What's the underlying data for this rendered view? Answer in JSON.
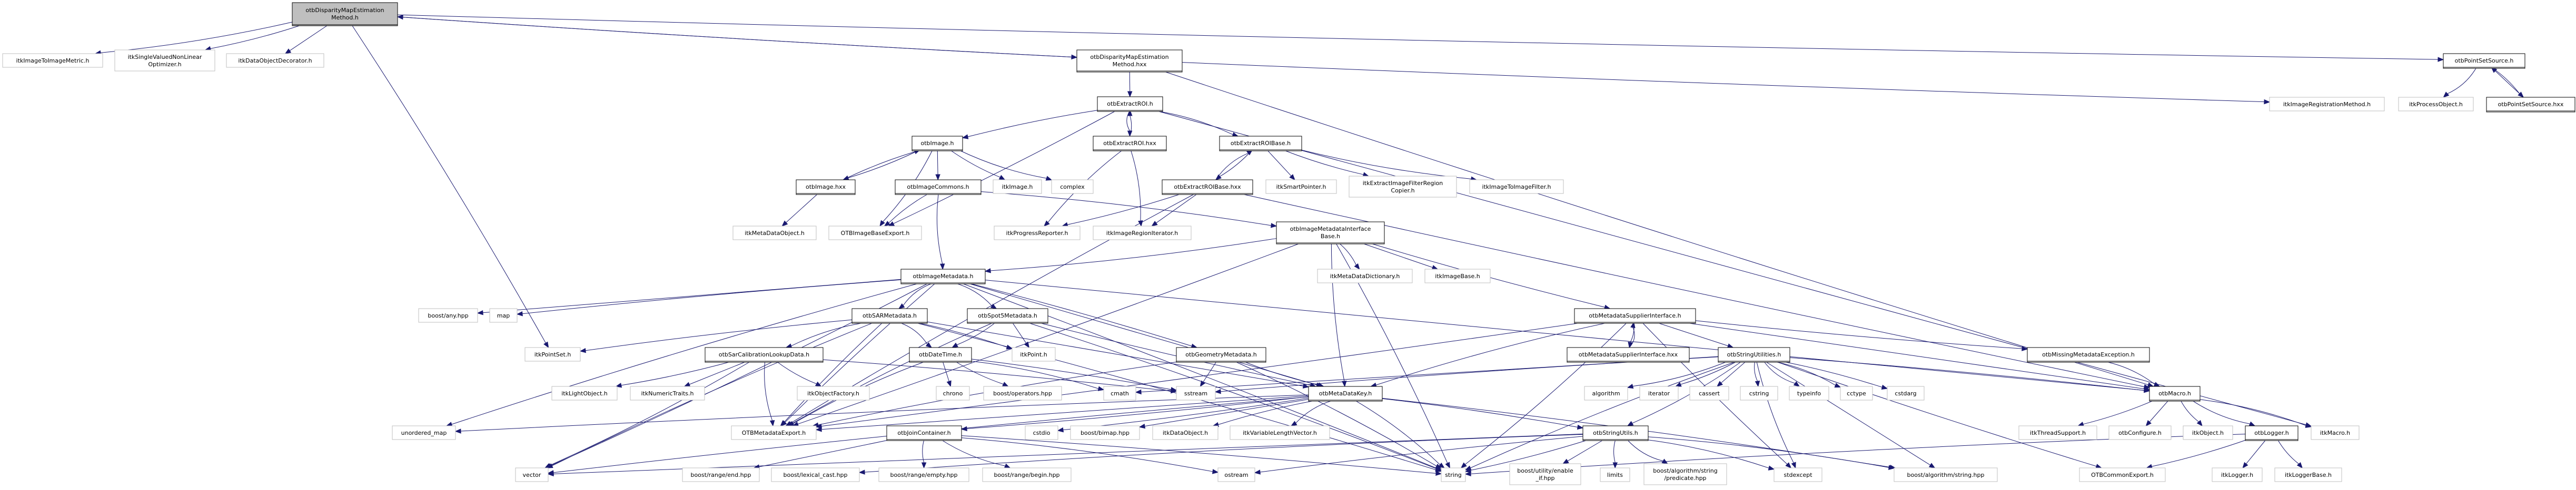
{
  "title": "otbDisparityMapEstimationMethod.h include dependency graph",
  "colors": {
    "edge": "#191970",
    "root_fill": "#bfbfbf",
    "internal_border": "#000000",
    "external_border": "#bfbfbf"
  },
  "nodes": [
    {
      "id": "root",
      "label": [
        "otbDisparityMapEstimation",
        "Method.h"
      ],
      "kind": "root"
    },
    {
      "id": "itkImageToImageMetric",
      "label": [
        "itkImageToImageMetric.h"
      ],
      "kind": "external"
    },
    {
      "id": "itkSingleValuedNonLinearOptimizer",
      "label": [
        "itkSingleValuedNonLinear",
        "Optimizer.h"
      ],
      "kind": "external"
    },
    {
      "id": "itkDataObjectDecorator",
      "label": [
        "itkDataObjectDecorator.h"
      ],
      "kind": "external"
    },
    {
      "id": "dispHxx",
      "label": [
        "otbDisparityMapEstimation",
        "Method.hxx"
      ],
      "kind": "internal"
    },
    {
      "id": "otbPointSetSource",
      "label": [
        "otbPointSetSource.h"
      ],
      "kind": "internal"
    },
    {
      "id": "itkImageRegistrationMethod",
      "label": [
        "itkImageRegistrationMethod.h"
      ],
      "kind": "external"
    },
    {
      "id": "itkProcessObject",
      "label": [
        "itkProcessObject.h"
      ],
      "kind": "external"
    },
    {
      "id": "otbPointSetSourceHxx",
      "label": [
        "otbPointSetSource.hxx"
      ],
      "kind": "internal"
    },
    {
      "id": "otbExtractROI",
      "label": [
        "otbExtractROI.h"
      ],
      "kind": "internal"
    },
    {
      "id": "otbImage",
      "label": [
        "otbImage.h"
      ],
      "kind": "internal"
    },
    {
      "id": "otbExtractROIHxx",
      "label": [
        "otbExtractROI.hxx"
      ],
      "kind": "internal"
    },
    {
      "id": "otbExtractROIBase",
      "label": [
        "otbExtractROIBase.h"
      ],
      "kind": "internal"
    },
    {
      "id": "otbImageHxx",
      "label": [
        "otbImage.hxx"
      ],
      "kind": "internal"
    },
    {
      "id": "otbImageCommons",
      "label": [
        "otbImageCommons.h"
      ],
      "kind": "internal"
    },
    {
      "id": "itkImage",
      "label": [
        "itkImage.h"
      ],
      "kind": "external"
    },
    {
      "id": "complex",
      "label": [
        "complex"
      ],
      "kind": "external"
    },
    {
      "id": "otbExtractROIBaseHxx",
      "label": [
        "otbExtractROIBase.hxx"
      ],
      "kind": "internal"
    },
    {
      "id": "itkSmartPointer",
      "label": [
        "itkSmartPointer.h"
      ],
      "kind": "external"
    },
    {
      "id": "itkExtractImageFilterRegionCopier",
      "label": [
        "itkExtractImageFilterRegion",
        "Copier.h"
      ],
      "kind": "external"
    },
    {
      "id": "itkImageToImageFilter",
      "label": [
        "itkImageToImageFilter.h"
      ],
      "kind": "external"
    },
    {
      "id": "itkMetaDataObject",
      "label": [
        "itkMetaDataObject.h"
      ],
      "kind": "external"
    },
    {
      "id": "OTBImageBaseExport",
      "label": [
        "OTBImageBaseExport.h"
      ],
      "kind": "external"
    },
    {
      "id": "itkProgressReporter",
      "label": [
        "itkProgressReporter.h"
      ],
      "kind": "external"
    },
    {
      "id": "itkImageRegionIterator",
      "label": [
        "itkImageRegionIterator.h"
      ],
      "kind": "external"
    },
    {
      "id": "otbImageMetadataInterfaceBase",
      "label": [
        "otbImageMetadataInterface",
        "Base.h"
      ],
      "kind": "internal"
    },
    {
      "id": "otbImageMetadata",
      "label": [
        "otbImageMetadata.h"
      ],
      "kind": "internal"
    },
    {
      "id": "itkMetaDataDictionary",
      "label": [
        "itkMetaDataDictionary.h"
      ],
      "kind": "external"
    },
    {
      "id": "itkImageBase",
      "label": [
        "itkImageBase.h"
      ],
      "kind": "external"
    },
    {
      "id": "boostAny",
      "label": [
        "boost/any.hpp"
      ],
      "kind": "external"
    },
    {
      "id": "map",
      "label": [
        "map"
      ],
      "kind": "external"
    },
    {
      "id": "otbSARMetadata",
      "label": [
        "otbSARMetadata.h"
      ],
      "kind": "internal"
    },
    {
      "id": "otbSpot5Metadata",
      "label": [
        "otbSpot5Metadata.h"
      ],
      "kind": "internal"
    },
    {
      "id": "otbMetadataSupplierInterface",
      "label": [
        "otbMetadataSupplierInterface.h"
      ],
      "kind": "internal"
    },
    {
      "id": "itkPointSet",
      "label": [
        "itkPointSet.h"
      ],
      "kind": "external"
    },
    {
      "id": "otbSarCalibrationLookupData",
      "label": [
        "otbSarCalibrationLookupData.h"
      ],
      "kind": "internal"
    },
    {
      "id": "otbDateTime",
      "label": [
        "otbDateTime.h"
      ],
      "kind": "internal"
    },
    {
      "id": "itkPoint",
      "label": [
        "itkPoint.h"
      ],
      "kind": "external"
    },
    {
      "id": "otbGeometryMetadata",
      "label": [
        "otbGeometryMetadata.h"
      ],
      "kind": "internal"
    },
    {
      "id": "otbMetadataSupplierInterfaceHxx",
      "label": [
        "otbMetadataSupplierInterface.hxx"
      ],
      "kind": "internal"
    },
    {
      "id": "otbStringUtilities",
      "label": [
        "otbStringUtilities.h"
      ],
      "kind": "internal"
    },
    {
      "id": "otbMissingMetadataException",
      "label": [
        "otbMissingMetadataException.h"
      ],
      "kind": "internal"
    },
    {
      "id": "itkLightObject",
      "label": [
        "itkLightObject.h"
      ],
      "kind": "external"
    },
    {
      "id": "itkNumericTraits",
      "label": [
        "itkNumericTraits.h"
      ],
      "kind": "external"
    },
    {
      "id": "itkObjectFactory",
      "label": [
        "itkObjectFactory.h"
      ],
      "kind": "external"
    },
    {
      "id": "chrono",
      "label": [
        "chrono"
      ],
      "kind": "external"
    },
    {
      "id": "boostOperators",
      "label": [
        "boost/operators.hpp"
      ],
      "kind": "external"
    },
    {
      "id": "cmath",
      "label": [
        "cmath"
      ],
      "kind": "external"
    },
    {
      "id": "sstream",
      "label": [
        "sstream"
      ],
      "kind": "external"
    },
    {
      "id": "otbMetaDataKey",
      "label": [
        "otbMetaDataKey.h"
      ],
      "kind": "internal"
    },
    {
      "id": "algorithm",
      "label": [
        "algorithm"
      ],
      "kind": "external"
    },
    {
      "id": "iterator",
      "label": [
        "iterator"
      ],
      "kind": "external"
    },
    {
      "id": "cassert",
      "label": [
        "cassert"
      ],
      "kind": "external"
    },
    {
      "id": "cstring",
      "label": [
        "cstring"
      ],
      "kind": "external"
    },
    {
      "id": "typeinfo",
      "label": [
        "typeinfo"
      ],
      "kind": "external"
    },
    {
      "id": "cctype",
      "label": [
        "cctype"
      ],
      "kind": "external"
    },
    {
      "id": "cstdarg",
      "label": [
        "cstdarg"
      ],
      "kind": "external"
    },
    {
      "id": "otbMacro",
      "label": [
        "otbMacro.h"
      ],
      "kind": "internal"
    },
    {
      "id": "unordered_map",
      "label": [
        "unordered_map"
      ],
      "kind": "external"
    },
    {
      "id": "OTBMetadataExport",
      "label": [
        "OTBMetadataExport.h"
      ],
      "kind": "external"
    },
    {
      "id": "otbJoinContainer",
      "label": [
        "otbJoinContainer.h"
      ],
      "kind": "internal"
    },
    {
      "id": "cstdio",
      "label": [
        "cstdio"
      ],
      "kind": "external"
    },
    {
      "id": "boostBimap",
      "label": [
        "boost/bimap.hpp"
      ],
      "kind": "external"
    },
    {
      "id": "itkDataObject",
      "label": [
        "itkDataObject.h"
      ],
      "kind": "external"
    },
    {
      "id": "itkVariableLengthVector",
      "label": [
        "itkVariableLengthVector.h"
      ],
      "kind": "external"
    },
    {
      "id": "otbStringUtils",
      "label": [
        "otbStringUtils.h"
      ],
      "kind": "internal"
    },
    {
      "id": "itkThreadSupport",
      "label": [
        "itkThreadSupport.h"
      ],
      "kind": "external"
    },
    {
      "id": "otbConfigure",
      "label": [
        "otbConfigure.h"
      ],
      "kind": "external"
    },
    {
      "id": "itkObject",
      "label": [
        "itkObject.h"
      ],
      "kind": "external"
    },
    {
      "id": "otbLogger",
      "label": [
        "otbLogger.h"
      ],
      "kind": "internal"
    },
    {
      "id": "itkMacro",
      "label": [
        "itkMacro.h"
      ],
      "kind": "external"
    },
    {
      "id": "vector",
      "label": [
        "vector"
      ],
      "kind": "external"
    },
    {
      "id": "boostRangeEnd",
      "label": [
        "boost/range/end.hpp"
      ],
      "kind": "external"
    },
    {
      "id": "boostLexicalCast",
      "label": [
        "boost/lexical_cast.hpp"
      ],
      "kind": "external"
    },
    {
      "id": "boostRangeEmpty",
      "label": [
        "boost/range/empty.hpp"
      ],
      "kind": "external"
    },
    {
      "id": "boostRangeBegin",
      "label": [
        "boost/range/begin.hpp"
      ],
      "kind": "external"
    },
    {
      "id": "ostream",
      "label": [
        "ostream"
      ],
      "kind": "external"
    },
    {
      "id": "string",
      "label": [
        "string"
      ],
      "kind": "external"
    },
    {
      "id": "boostEnableIf",
      "label": [
        "boost/utility/enable",
        "_if.hpp"
      ],
      "kind": "external"
    },
    {
      "id": "limits",
      "label": [
        "limits"
      ],
      "kind": "external"
    },
    {
      "id": "boostPredicate",
      "label": [
        "boost/algorithm/string",
        "/predicate.hpp"
      ],
      "kind": "external"
    },
    {
      "id": "stdexcept",
      "label": [
        "stdexcept"
      ],
      "kind": "external"
    },
    {
      "id": "boostAlgoString",
      "label": [
        "boost/algorithm/string.hpp"
      ],
      "kind": "external"
    },
    {
      "id": "OTBCommonExport",
      "label": [
        "OTBCommonExport.h"
      ],
      "kind": "external"
    },
    {
      "id": "itkLogger",
      "label": [
        "itkLogger.h"
      ],
      "kind": "external"
    },
    {
      "id": "itkLoggerBase",
      "label": [
        "itkLoggerBase.h"
      ],
      "kind": "external"
    }
  ],
  "edges": [
    [
      "root",
      "itkImageToImageMetric"
    ],
    [
      "root",
      "itkSingleValuedNonLinearOptimizer"
    ],
    [
      "root",
      "itkDataObjectDecorator"
    ],
    [
      "root",
      "dispHxx"
    ],
    [
      "root",
      "otbPointSetSource"
    ],
    [
      "root",
      "itkPointSet"
    ],
    [
      "dispHxx",
      "root"
    ],
    [
      "dispHxx",
      "otbExtractROI"
    ],
    [
      "dispHxx",
      "itkImageRegistrationMethod"
    ],
    [
      "dispHxx",
      "otbMacro"
    ],
    [
      "otbPointSetSource",
      "itkProcessObject"
    ],
    [
      "otbPointSetSource",
      "otbPointSetSourceHxx"
    ],
    [
      "otbPointSetSourceHxx",
      "otbPointSetSource"
    ],
    [
      "otbExtractROI",
      "otbImage"
    ],
    [
      "otbExtractROI",
      "otbExtractROIHxx"
    ],
    [
      "otbExtractROI",
      "otbExtractROIBase"
    ],
    [
      "otbExtractROI",
      "OTBImageBaseExport"
    ],
    [
      "otbExtractROI",
      "itkMacro"
    ],
    [
      "otbExtractROIHxx",
      "otbExtractROI"
    ],
    [
      "otbExtractROIHxx",
      "itkProgressReporter"
    ],
    [
      "otbExtractROIHxx",
      "itkImageRegionIterator"
    ],
    [
      "otbImage",
      "otbImageHxx"
    ],
    [
      "otbImage",
      "otbImageCommons"
    ],
    [
      "otbImage",
      "itkImage"
    ],
    [
      "otbImage",
      "complex"
    ],
    [
      "otbImage",
      "OTBImageBaseExport"
    ],
    [
      "otbImageHxx",
      "otbImage"
    ],
    [
      "otbImageHxx",
      "itkMetaDataObject"
    ],
    [
      "otbImageCommons",
      "OTBImageBaseExport"
    ],
    [
      "otbImageCommons",
      "otbImageMetadata"
    ],
    [
      "otbImageCommons",
      "otbImageMetadataInterfaceBase"
    ],
    [
      "otbExtractROIBase",
      "otbExtractROIBaseHxx"
    ],
    [
      "otbExtractROIBase",
      "itkSmartPointer"
    ],
    [
      "otbExtractROIBase",
      "itkExtractImageFilterRegionCopier"
    ],
    [
      "otbExtractROIBase",
      "itkImageToImageFilter"
    ],
    [
      "otbExtractROIBaseHxx",
      "otbExtractROIBase"
    ],
    [
      "otbExtractROIBaseHxx",
      "itkProgressReporter"
    ],
    [
      "otbExtractROIBaseHxx",
      "itkImageRegionIterator"
    ],
    [
      "otbExtractROIBaseHxx",
      "otbMacro"
    ],
    [
      "otbExtractROIBaseHxx",
      "OTBMetadataExport"
    ],
    [
      "otbImageMetadataInterfaceBase",
      "otbImageMetadata"
    ],
    [
      "otbImageMetadataInterfaceBase",
      "itkMetaDataDictionary"
    ],
    [
      "otbImageMetadataInterfaceBase",
      "itkImageBase"
    ],
    [
      "otbImageMetadataInterfaceBase",
      "otbMetadataSupplierInterface"
    ],
    [
      "otbImageMetadataInterfaceBase",
      "otbMetaDataKey"
    ],
    [
      "otbImageMetadataInterfaceBase",
      "string"
    ],
    [
      "otbImageMetadataInterfaceBase",
      "OTBMetadataExport"
    ],
    [
      "otbImageMetadata",
      "boostAny"
    ],
    [
      "otbImageMetadata",
      "map"
    ],
    [
      "otbImageMetadata",
      "otbSARMetadata"
    ],
    [
      "otbImageMetadata",
      "otbSpot5Metadata"
    ],
    [
      "otbImageMetadata",
      "otbGeometryMetadata"
    ],
    [
      "otbImageMetadata",
      "otbMetaDataKey"
    ],
    [
      "otbImageMetadata",
      "OTBMetadataExport"
    ],
    [
      "otbImageMetadata",
      "unordered_map"
    ],
    [
      "otbImageMetadata",
      "vector"
    ],
    [
      "otbImageMetadata",
      "string"
    ],
    [
      "otbImageMetadata",
      "otbMacro"
    ],
    [
      "otbSARMetadata",
      "itkPointSet"
    ],
    [
      "otbSARMetadata",
      "otbSarCalibrationLookupData"
    ],
    [
      "otbSARMetadata",
      "otbDateTime"
    ],
    [
      "otbSARMetadata",
      "itkPoint"
    ],
    [
      "otbSARMetadata",
      "otbMetaDataKey"
    ],
    [
      "otbSARMetadata",
      "OTBMetadataExport"
    ],
    [
      "otbSARMetadata",
      "vector"
    ],
    [
      "otbSARMetadata",
      "string"
    ],
    [
      "otbSpot5Metadata",
      "otbDateTime"
    ],
    [
      "otbSpot5Metadata",
      "itkPoint"
    ],
    [
      "otbSpot5Metadata",
      "otbMetaDataKey"
    ],
    [
      "otbSpot5Metadata",
      "OTBMetadataExport"
    ],
    [
      "otbSpot5Metadata",
      "string"
    ],
    [
      "otbSarCalibrationLookupData",
      "itkLightObject"
    ],
    [
      "otbSarCalibrationLookupData",
      "itkNumericTraits"
    ],
    [
      "otbSarCalibrationLookupData",
      "itkObjectFactory"
    ],
    [
      "otbSarCalibrationLookupData",
      "OTBMetadataExport"
    ],
    [
      "otbSarCalibrationLookupData",
      "vector"
    ],
    [
      "otbSarCalibrationLookupData",
      "sstream"
    ],
    [
      "otbDateTime",
      "chrono"
    ],
    [
      "otbDateTime",
      "boostOperators"
    ],
    [
      "otbDateTime",
      "OTBMetadataExport"
    ],
    [
      "otbDateTime",
      "cmath"
    ],
    [
      "otbDateTime",
      "sstream"
    ],
    [
      "otbGeometryMetadata",
      "sstream"
    ],
    [
      "otbGeometryMetadata",
      "otbMetaDataKey"
    ],
    [
      "otbGeometryMetadata",
      "OTBMetadataExport"
    ],
    [
      "otbGeometryMetadata",
      "string"
    ],
    [
      "otbMetadataSupplierInterface",
      "otbMetadataSupplierInterfaceHxx"
    ],
    [
      "otbMetadataSupplierInterface",
      "otbStringUtilities"
    ],
    [
      "otbMetadataSupplierInterface",
      "otbMissingMetadataException"
    ],
    [
      "otbMetadataSupplierInterface",
      "otbMetaDataKey"
    ],
    [
      "otbMetadataSupplierInterface",
      "string"
    ],
    [
      "otbMetadataSupplierInterface",
      "OTBMetadataExport"
    ],
    [
      "otbMetadataSupplierInterface",
      "otbMacro"
    ],
    [
      "otbMetadataSupplierInterface",
      "stdexcept"
    ],
    [
      "otbMetadataSupplierInterfaceHxx",
      "otbMetadataSupplierInterface"
    ],
    [
      "otbStringUtilities",
      "algorithm"
    ],
    [
      "otbStringUtilities",
      "iterator"
    ],
    [
      "otbStringUtilities",
      "cassert"
    ],
    [
      "otbStringUtilities",
      "cstring"
    ],
    [
      "otbStringUtilities",
      "typeinfo"
    ],
    [
      "otbStringUtilities",
      "cctype"
    ],
    [
      "otbStringUtilities",
      "cstdarg"
    ],
    [
      "otbStringUtilities",
      "cmath"
    ],
    [
      "otbStringUtilities",
      "sstream"
    ],
    [
      "otbStringUtilities",
      "string"
    ],
    [
      "otbStringUtilities",
      "otbStringUtils"
    ],
    [
      "otbStringUtilities",
      "otbMacro"
    ],
    [
      "otbStringUtilities",
      "boostAlgoString"
    ],
    [
      "otbStringUtilities",
      "OTBCommonExport"
    ],
    [
      "otbStringUtilities",
      "stdexcept"
    ],
    [
      "otbMissingMetadataException",
      "otbMacro"
    ],
    [
      "otbMetaDataKey",
      "cstdio"
    ],
    [
      "otbMetaDataKey",
      "boostBimap"
    ],
    [
      "otbMetaDataKey",
      "itkDataObject"
    ],
    [
      "otbMetaDataKey",
      "itkVariableLengthVector"
    ],
    [
      "otbMetaDataKey",
      "string"
    ],
    [
      "otbMetaDataKey",
      "otbStringUtils"
    ],
    [
      "otbMetaDataKey",
      "OTBMetadataExport"
    ],
    [
      "otbMetaDataKey",
      "unordered_map"
    ],
    [
      "otbMetaDataKey",
      "vector"
    ],
    [
      "otbMetaDataKey",
      "boostAlgoString"
    ],
    [
      "otbMetaDataKey",
      "otbJoinContainer"
    ],
    [
      "otbJoinContainer",
      "boostRangeEnd"
    ],
    [
      "otbJoinContainer",
      "boostRangeEmpty"
    ],
    [
      "otbJoinContainer",
      "boostRangeBegin"
    ],
    [
      "otbJoinContainer",
      "ostream"
    ],
    [
      "otbJoinContainer",
      "string"
    ],
    [
      "otbStringUtils",
      "boostEnableIf"
    ],
    [
      "otbStringUtils",
      "limits"
    ],
    [
      "otbStringUtils",
      "boostPredicate"
    ],
    [
      "otbStringUtils",
      "stdexcept"
    ],
    [
      "otbStringUtils",
      "string"
    ],
    [
      "otbStringUtils",
      "vector"
    ],
    [
      "otbStringUtils",
      "ostream"
    ],
    [
      "otbStringUtils",
      "boostLexicalCast"
    ],
    [
      "otbStringUtils",
      "boostAlgoString"
    ],
    [
      "otbMacro",
      "itkThreadSupport"
    ],
    [
      "otbMacro",
      "otbConfigure"
    ],
    [
      "otbMacro",
      "itkObject"
    ],
    [
      "otbMacro",
      "otbLogger"
    ],
    [
      "otbMacro",
      "itkMacro"
    ],
    [
      "otbLogger",
      "OTBCommonExport"
    ],
    [
      "otbLogger",
      "itkLogger"
    ],
    [
      "otbLogger",
      "itkLoggerBase"
    ],
    [
      "otbLogger",
      "string"
    ]
  ]
}
